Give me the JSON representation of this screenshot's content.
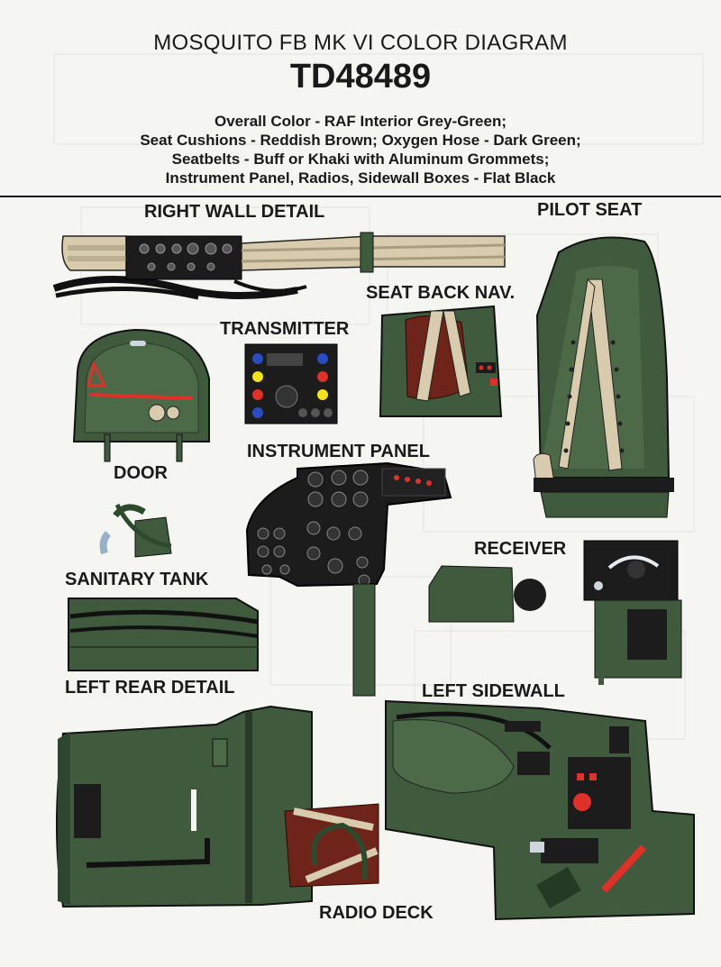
{
  "header": {
    "title": "MOSQUITO FB MK VI COLOR DIAGRAM",
    "code": "TD48489",
    "color_notes": [
      "Overall Color - RAF Interior Grey-Green;",
      "Seat Cushions - Reddish Brown; Oxygen Hose - Dark Green;",
      "Seatbelts - Buff or Khaki with Aluminum Grommets;",
      "Instrument Panel, Radios, Sidewall Boxes - Flat Black"
    ]
  },
  "labels": {
    "right_wall_detail": "RIGHT WALL DETAIL",
    "pilot_seat": "PILOT SEAT",
    "seat_back_nav": "SEAT BACK NAV.",
    "transmitter": "TRANSMITTER",
    "door": "DOOR",
    "instrument_panel": "INSTRUMENT PANEL",
    "sanitary_tank": "SANITARY TANK",
    "receiver": "RECEIVER",
    "left_rear_detail": "LEFT REAR DETAIL",
    "left_sidewall": "LEFT SIDEWALL",
    "radio_deck": "RADIO DECK"
  },
  "colors": {
    "interior_grey_green": "#3f5a3c",
    "interior_grey_green_light": "#5a7654",
    "reddish_brown": "#6e2418",
    "dark_green_hose": "#2d4a2c",
    "buff_khaki": "#d9ccae",
    "flat_black": "#1c1c1c",
    "accent_red": "#e0302a",
    "accent_yellow": "#f2e21a",
    "accent_blue": "#2a4cc0"
  }
}
